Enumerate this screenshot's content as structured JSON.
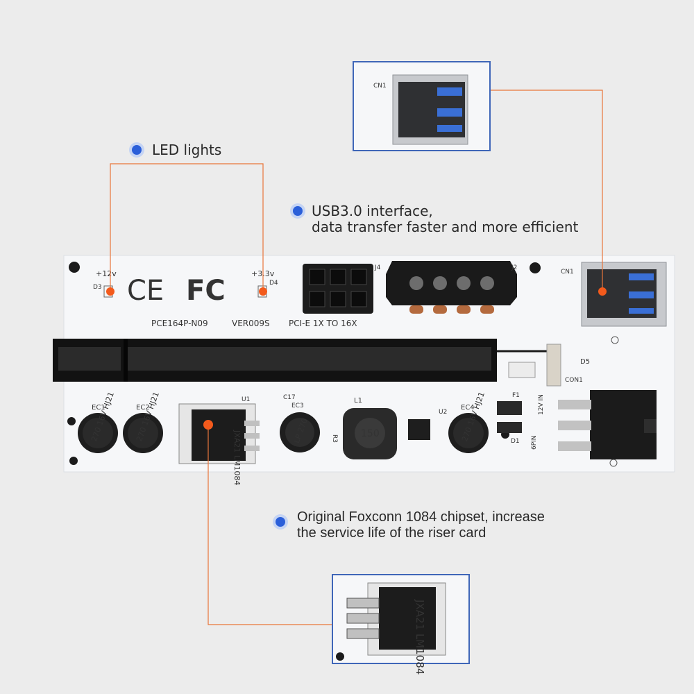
{
  "callouts": {
    "led": "LED lights",
    "usb_line1": "USB3.0 interface,",
    "usb_line2": "data transfer faster and more efficient",
    "chip_line1": "Original Foxconn 1084 chipset, increase",
    "chip_line2": "the service life of the riser card"
  },
  "board": {
    "plus12v": "+12v",
    "plus33v": "+3.3v",
    "d3": "D3",
    "d4": "D4",
    "ce": "CE",
    "fc": "FC",
    "model": "PCE164P-N09",
    "version": "VER009S",
    "pcie": "PCI-E 1X TO 16X",
    "j4": "J4",
    "j2": "J2",
    "cn1": "CN1",
    "cn1_connector": "CON1",
    "d5": "D5",
    "ec1": "EC1",
    "ec2": "EC2",
    "ec3": "EC3",
    "ec4": "EC4",
    "u1": "U1",
    "u2": "U2",
    "l1": "L1",
    "c17": "C17",
    "r3": "R3",
    "f1": "F1",
    "d1": "D1",
    "cap_text": "270 16V HJ21",
    "cap_lp": "LP 270",
    "inductor": "150",
    "chip_text": "JXA21 LM1084",
    "pin12v": "12V IN",
    "pin6": "6PIN"
  },
  "colors": {
    "background": "#ececec",
    "pcb": "#f6f7f9",
    "callout_line": "#e8753a",
    "bullet": "#2b5fd9",
    "inset_border": "#3f66b8",
    "usb_blue": "#3a6fd6"
  }
}
